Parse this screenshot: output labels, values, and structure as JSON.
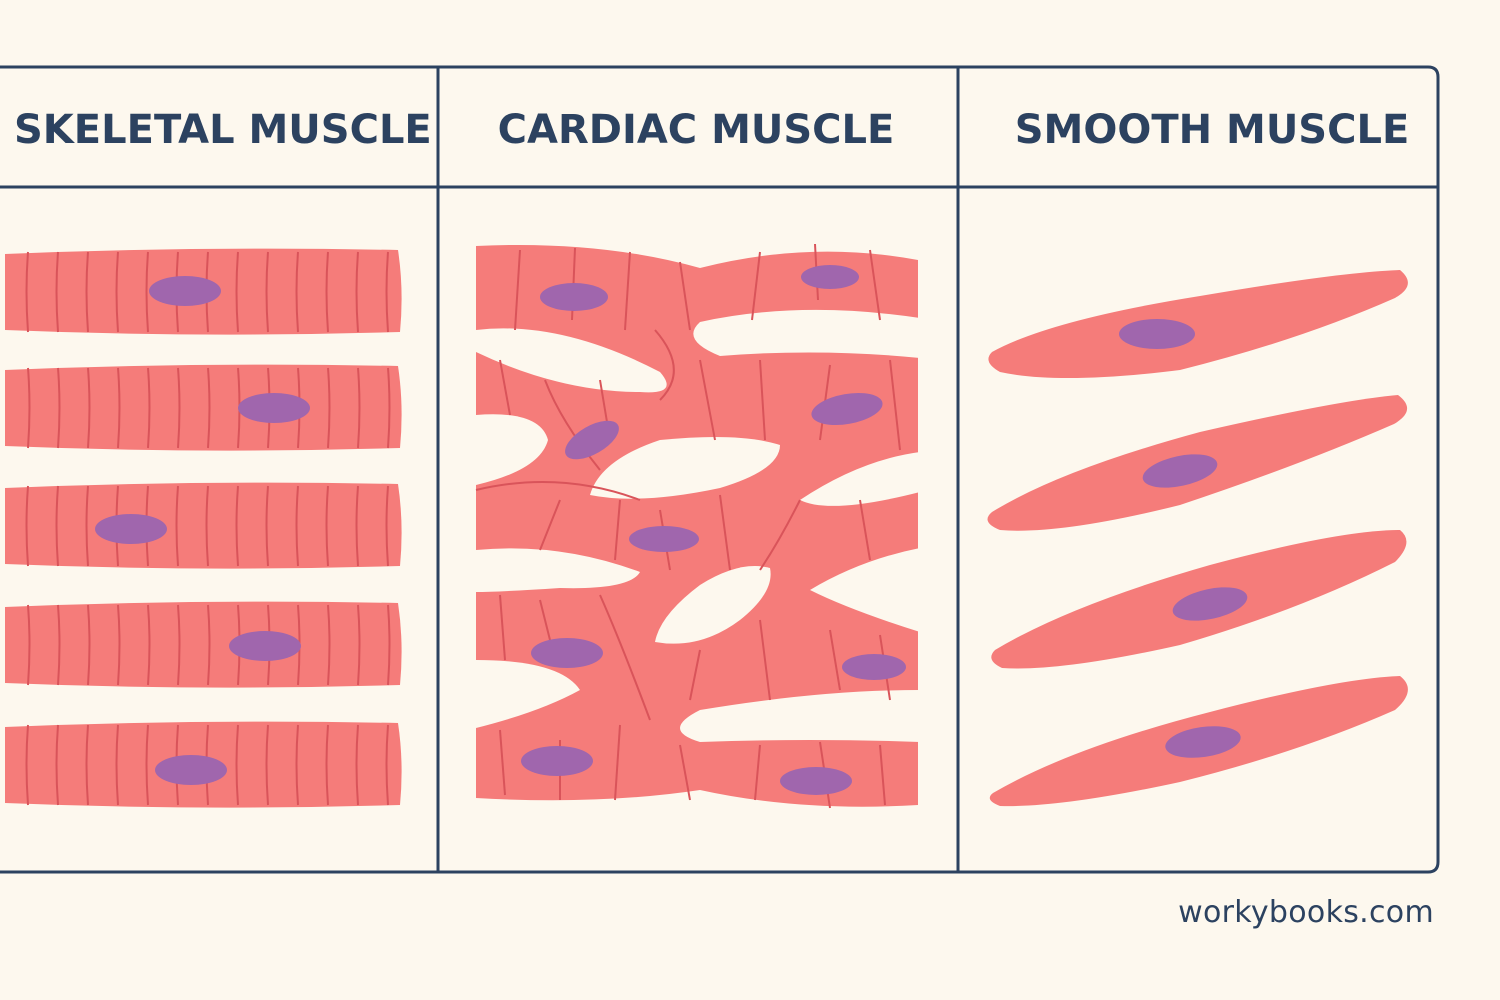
{
  "panels": [
    {
      "title": "SKELETAL MUSCLE"
    },
    {
      "title": "CARDIAC MUSCLE"
    },
    {
      "title": "SMOOTH MUSCLE"
    }
  ],
  "footer": {
    "credit": "workybooks.com"
  },
  "colors": {
    "background": "#fdf8ee",
    "border": "#2c4260",
    "fiber": "#f57c7a",
    "striation": "#d9545a",
    "nucleus": "#a066ad",
    "text": "#2c4260"
  }
}
